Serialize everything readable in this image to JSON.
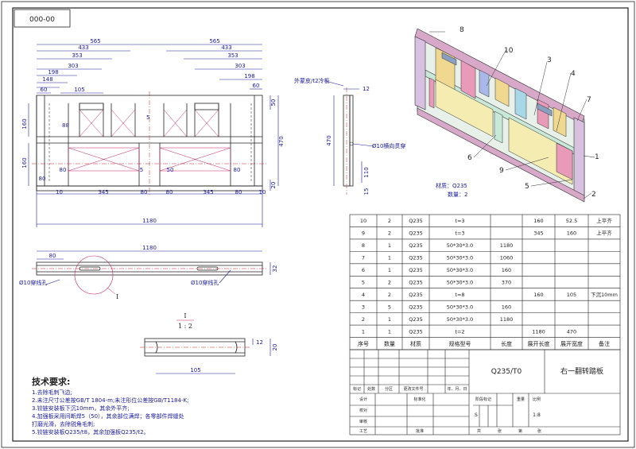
{
  "drawing_code": "000-00",
  "front_view": {
    "top_dims": [
      "565",
      "433",
      "353",
      "303",
      "198",
      "148",
      "105",
      "60"
    ],
    "top_dims_right": [
      "565",
      "433",
      "353",
      "303",
      "198",
      "60"
    ],
    "left_dims": [
      "160",
      "160"
    ],
    "right_dims": [
      "50",
      "470",
      "20"
    ],
    "bottom_dims": [
      "80",
      "80",
      "5",
      "50",
      "80"
    ],
    "bottom_row": [
      "10",
      "345",
      "80",
      "80",
      "345",
      "80",
      "10"
    ],
    "overall_width": "1180",
    "inner_dims": [
      "88",
      "5"
    ]
  },
  "side_view": {
    "label_skin": "外蒙皮/t2冷板",
    "dim_top": "12",
    "dim_height": "470",
    "hole_note": "Ø10横向贯穿",
    "dim_110": "110",
    "dim_15": "15"
  },
  "bottom_view": {
    "overall": "1180",
    "dim_80": "80",
    "dim_32": "32",
    "hole_left": "Ø10穿线孔",
    "hole_right": "Ø10穿线孔",
    "detail_ref": "I"
  },
  "detail_view": {
    "label_top": "I",
    "label_scale": "1 : 2",
    "dim_12": "12",
    "dim_20": "20",
    "dim_105": "105"
  },
  "iso_view": {
    "material": "材质：Q235",
    "quantity": "数量：2",
    "balloons": [
      "8",
      "10",
      "3",
      "4",
      "7",
      "1",
      "2",
      "5",
      "9",
      "6"
    ]
  },
  "tech_req": {
    "title": "技术要求:",
    "lines": [
      "1.去除毛刺飞边;",
      "2.未注尺寸公差按GB/T 1804-m;未注形位公差按GB/T1184-K;",
      "3.铰链安装板下沉10mm，其余外平齐;",
      "4.加强板采用间断焊5（50），其余部位满焊；各零部件焊缝处",
      "打磨光滑，去除锐角毛刺;",
      "5.铰链安装板Q235/t8，其余加强板Q235/t2。"
    ]
  },
  "bom": {
    "header": [
      "序号",
      "数量",
      "材质",
      "规格型号",
      "长度",
      "展开长度",
      "展开宽度",
      "备注"
    ],
    "rows": [
      [
        "10",
        "2",
        "Q235",
        "t=3",
        "",
        "160",
        "52.5",
        "上平齐"
      ],
      [
        "9",
        "2",
        "Q235",
        "t=3",
        "",
        "345",
        "160",
        "上平齐"
      ],
      [
        "8",
        "1",
        "Q235",
        "50*30*3.0",
        "1180",
        "",
        "",
        ""
      ],
      [
        "7",
        "1",
        "Q235",
        "50*30*3.0",
        "1060",
        "",
        "",
        ""
      ],
      [
        "6",
        "1",
        "Q235",
        "50*30*3.0",
        "160",
        "",
        "",
        ""
      ],
      [
        "5",
        "2",
        "Q235",
        "50*30*3.0",
        "370",
        "",
        "",
        ""
      ],
      [
        "4",
        "2",
        "Q235",
        "t=8",
        "",
        "160",
        "105",
        "下沉10mm"
      ],
      [
        "3",
        "5",
        "Q235",
        "50*30*3.0",
        "160",
        "",
        "",
        ""
      ],
      [
        "2",
        "1",
        "Q235",
        "50*30*3.0",
        "1180",
        "",
        "",
        ""
      ],
      [
        "1",
        "1",
        "Q235",
        "t=2",
        "",
        "1180",
        "470",
        ""
      ]
    ]
  },
  "title_block": {
    "material_code": "Q235/T0",
    "part_name": "右一翻转踏板",
    "labels_row": [
      "标记",
      "处数",
      "分区",
      "更改文件号",
      "年、月、日"
    ],
    "sign_labels": [
      "设计",
      "校对",
      "审核",
      "工艺"
    ],
    "standard_label": "标准化",
    "approve_label": "批准",
    "stage_label": "阶段标记",
    "weight_label": "重量",
    "scale_label": "比例",
    "stage_value": "S",
    "scale_value": "1:8",
    "sheet_labels": [
      "共",
      "张",
      "第",
      "张"
    ]
  }
}
